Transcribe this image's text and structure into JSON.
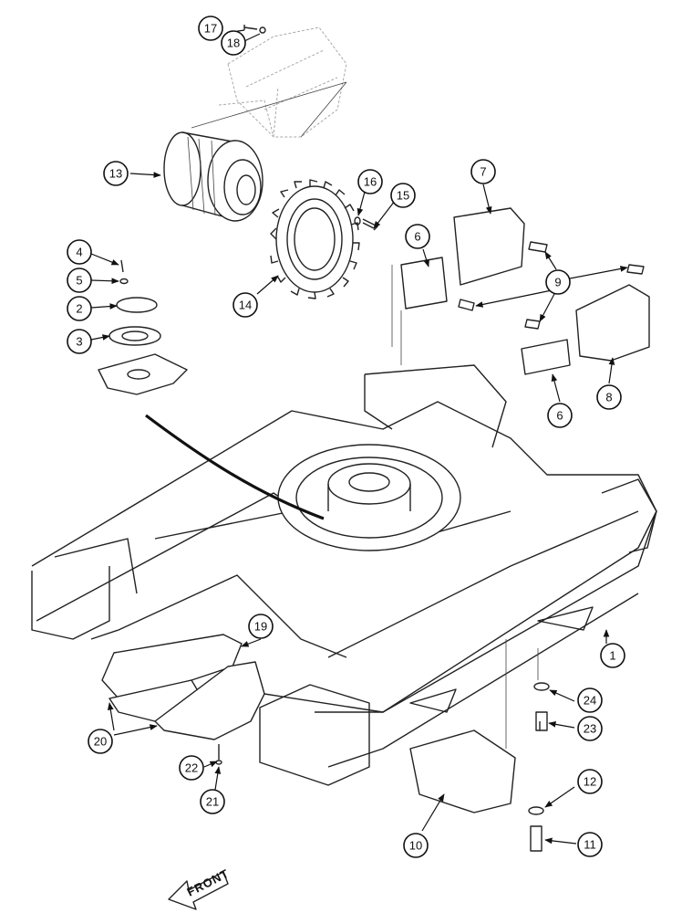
{
  "diagram": {
    "callouts": [
      "1",
      "2",
      "3",
      "4",
      "5",
      "6",
      "6",
      "7",
      "8",
      "9",
      "10",
      "11",
      "12",
      "13",
      "14",
      "15",
      "16",
      "17",
      "18",
      "19",
      "20",
      "21",
      "22",
      "23",
      "24"
    ],
    "front_label": "FRONT"
  }
}
